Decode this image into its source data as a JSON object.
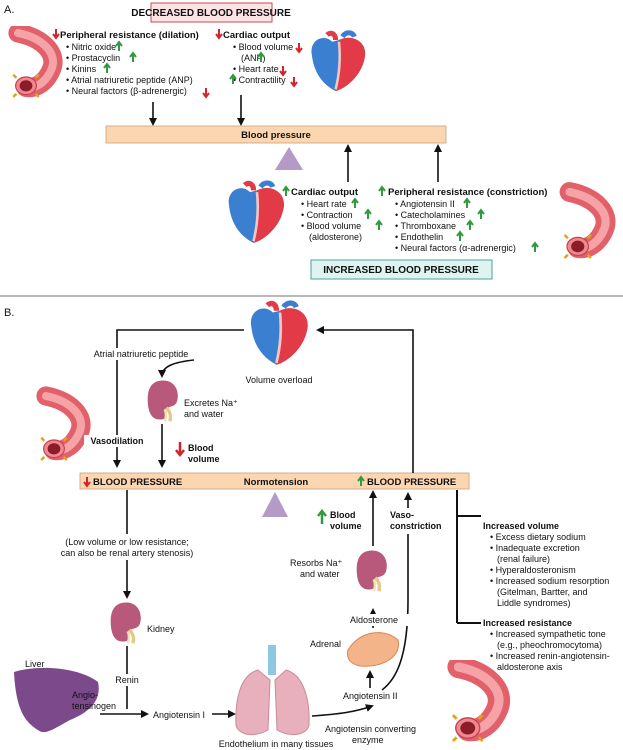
{
  "panel_a": {
    "label": "A.",
    "decreased_title": "DECREASED BLOOD PRESSURE",
    "increased_title": "INCREASED BLOOD PRESSURE",
    "blood_pressure_bar": "Blood pressure",
    "peripheral_dilation": {
      "heading": "Peripheral resistance (dilation)",
      "items": [
        "• Nitric oxide",
        "• Prostacyclin",
        "• Kinins",
        "• Atrial natriuretic peptide (ANP)",
        "• Neural factors (β-adrenergic)"
      ]
    },
    "cardiac_output_down": {
      "heading": "Cardiac output",
      "items": [
        "• Blood volume",
        "(ANP)",
        "• Heart rate",
        "• Contractility"
      ]
    },
    "cardiac_output_up": {
      "heading": "Cardiac output",
      "items": [
        "• Heart rate",
        "• Contraction",
        "• Blood volume",
        "(aldosterone)"
      ]
    },
    "peripheral_constriction": {
      "heading": "Peripheral resistance (constriction)",
      "items": [
        "• Angiotensin II",
        "• Catecholamines",
        "• Thromboxane",
        "• Endothelin",
        "• Neural factors (α-adrenergic)"
      ]
    }
  },
  "panel_b": {
    "label": "B.",
    "low_bp": "BLOOD PRESSURE",
    "normotension": "Normotension",
    "high_bp": "BLOOD PRESSURE",
    "anp": "Atrial natriuretic peptide",
    "volume_overload": "Volume overload",
    "excretes_1": "Excretes Na⁺",
    "excretes_2": "and water",
    "vasodilation": "Vasodilation",
    "blood_volume_1": "Blood",
    "blood_volume_2": "volume",
    "low_volume_1": "(Low volume or low resistance;",
    "low_volume_2": "can also be renal artery stenosis)",
    "kidney": "Kidney",
    "renin": "Renin",
    "liver": "Liver",
    "angiotensinogen_1": "Angio-",
    "angiotensinogen_2": "tensinogen",
    "angiotensin_1": "Angiotensin I",
    "endothelium": "Endothelium in many tissues",
    "ace_1": "Angiotensin converting",
    "ace_2": "enzyme",
    "angiotensin_2": "Angiotensin II",
    "adrenal": "Adrenal",
    "aldosterone": "Aldosterone",
    "resorbs_1": "Resorbs Na⁺",
    "resorbs_2": "and water",
    "vaso_1": "Vaso-",
    "vaso_2": "constriction",
    "increased_volume": {
      "heading": "Increased volume",
      "items": [
        "• Excess dietary sodium",
        "• Inadequate excretion",
        "(renal failure)",
        "• Hyperaldosteronism",
        "• Increased sodium resorption",
        "(Gitelman, Bartter, and",
        "Liddle syndromes)"
      ]
    },
    "increased_resistance": {
      "heading": "Increased resistance",
      "items": [
        "• Increased sympathetic tone",
        "(e.g., pheochromocytoma)",
        "• Increased renin-angiotensin-",
        "aldosterone axis"
      ]
    }
  },
  "colors": {
    "peach_bar": "#fcd6b0",
    "pink_box": "#fde3e3",
    "teal_box": "#dff3f1",
    "green_arrow": "#2f9a3f",
    "red_arrow": "#d4232a",
    "triangle": "#b49ac6"
  }
}
